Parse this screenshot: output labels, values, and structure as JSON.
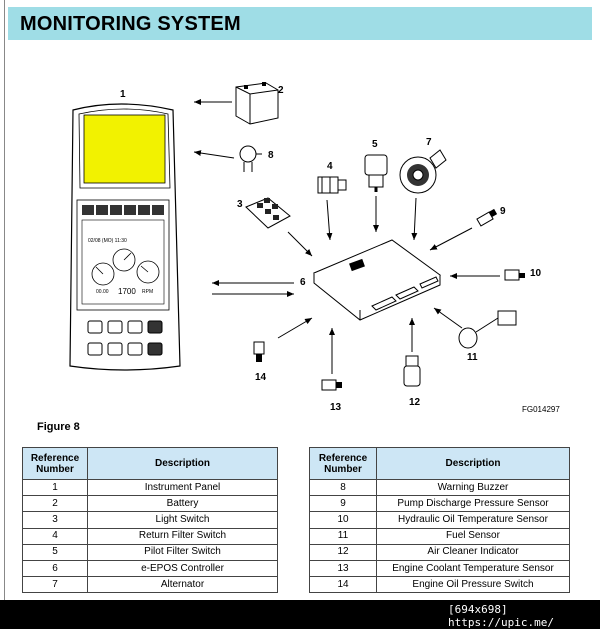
{
  "header": {
    "title": "MONITORING SYSTEM"
  },
  "diagram": {
    "callouts": [
      "1",
      "2",
      "3",
      "4",
      "5",
      "6",
      "7",
      "8",
      "9",
      "10",
      "11",
      "12",
      "13",
      "14"
    ],
    "figure_code": "FG014297",
    "panel": {
      "date_time": "02/08 (MO)  11:30",
      "rpm_value": "1700",
      "rpm_unit": "RPM",
      "bottom_left": "00.00"
    }
  },
  "figure_label": "Figure 8",
  "table": {
    "headers": {
      "ref": "Reference Number",
      "desc": "Description"
    },
    "left_rows": [
      {
        "ref": "1",
        "desc": "Instrument Panel"
      },
      {
        "ref": "2",
        "desc": "Battery"
      },
      {
        "ref": "3",
        "desc": "Light Switch"
      },
      {
        "ref": "4",
        "desc": "Return Filter Switch"
      },
      {
        "ref": "5",
        "desc": "Pilot Filter Switch"
      },
      {
        "ref": "6",
        "desc": "e-EPOS Controller"
      },
      {
        "ref": "7",
        "desc": "Alternator"
      }
    ],
    "right_rows": [
      {
        "ref": "8",
        "desc": "Warning Buzzer"
      },
      {
        "ref": "9",
        "desc": "Pump Discharge Pressure Sensor"
      },
      {
        "ref": "10",
        "desc": "Hydraulic Oil Temperature Sensor"
      },
      {
        "ref": "11",
        "desc": "Fuel Sensor"
      },
      {
        "ref": "12",
        "desc": "Air Cleaner Indicator"
      },
      {
        "ref": "13",
        "desc": "Engine Coolant Temperature Sensor"
      },
      {
        "ref": "14",
        "desc": "Engine Oil Pressure Switch"
      }
    ]
  },
  "footer": {
    "watermark": "[694x698] https://upic.me/"
  },
  "colors": {
    "title_bar": "#9fdde6",
    "table_header": "#cde6f5",
    "screen_yellow": "#f2f200"
  }
}
